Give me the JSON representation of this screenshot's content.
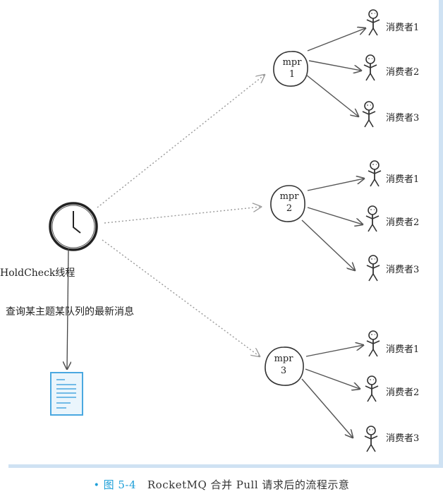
{
  "mpr_nodes": [
    {
      "line1": "mpr",
      "line2": "1",
      "consumers": [
        "消费者1",
        "消费者2",
        "消费者3"
      ]
    },
    {
      "line1": "mpr",
      "line2": "2",
      "consumers": [
        "消费者1",
        "消费者2",
        "消费者3"
      ]
    },
    {
      "line1": "mpr",
      "line2": "3",
      "consumers": [
        "消费者1",
        "消费者2",
        "消费者3"
      ]
    }
  ],
  "clock_label": "HoldCheck线程",
  "query_label": "查询某主题某队列的最新消息",
  "caption": {
    "bullet": "•",
    "fig_number": "图 5-4",
    "text": "RocketMQ 合并 Pull 请求后的流程示意"
  },
  "colors": {
    "accent": "#1e9fd8",
    "frame": "#cfe2f3",
    "document": "#4aa8e0"
  },
  "icons": [
    "clock-icon",
    "stick-figure-icon",
    "document-icon"
  ]
}
